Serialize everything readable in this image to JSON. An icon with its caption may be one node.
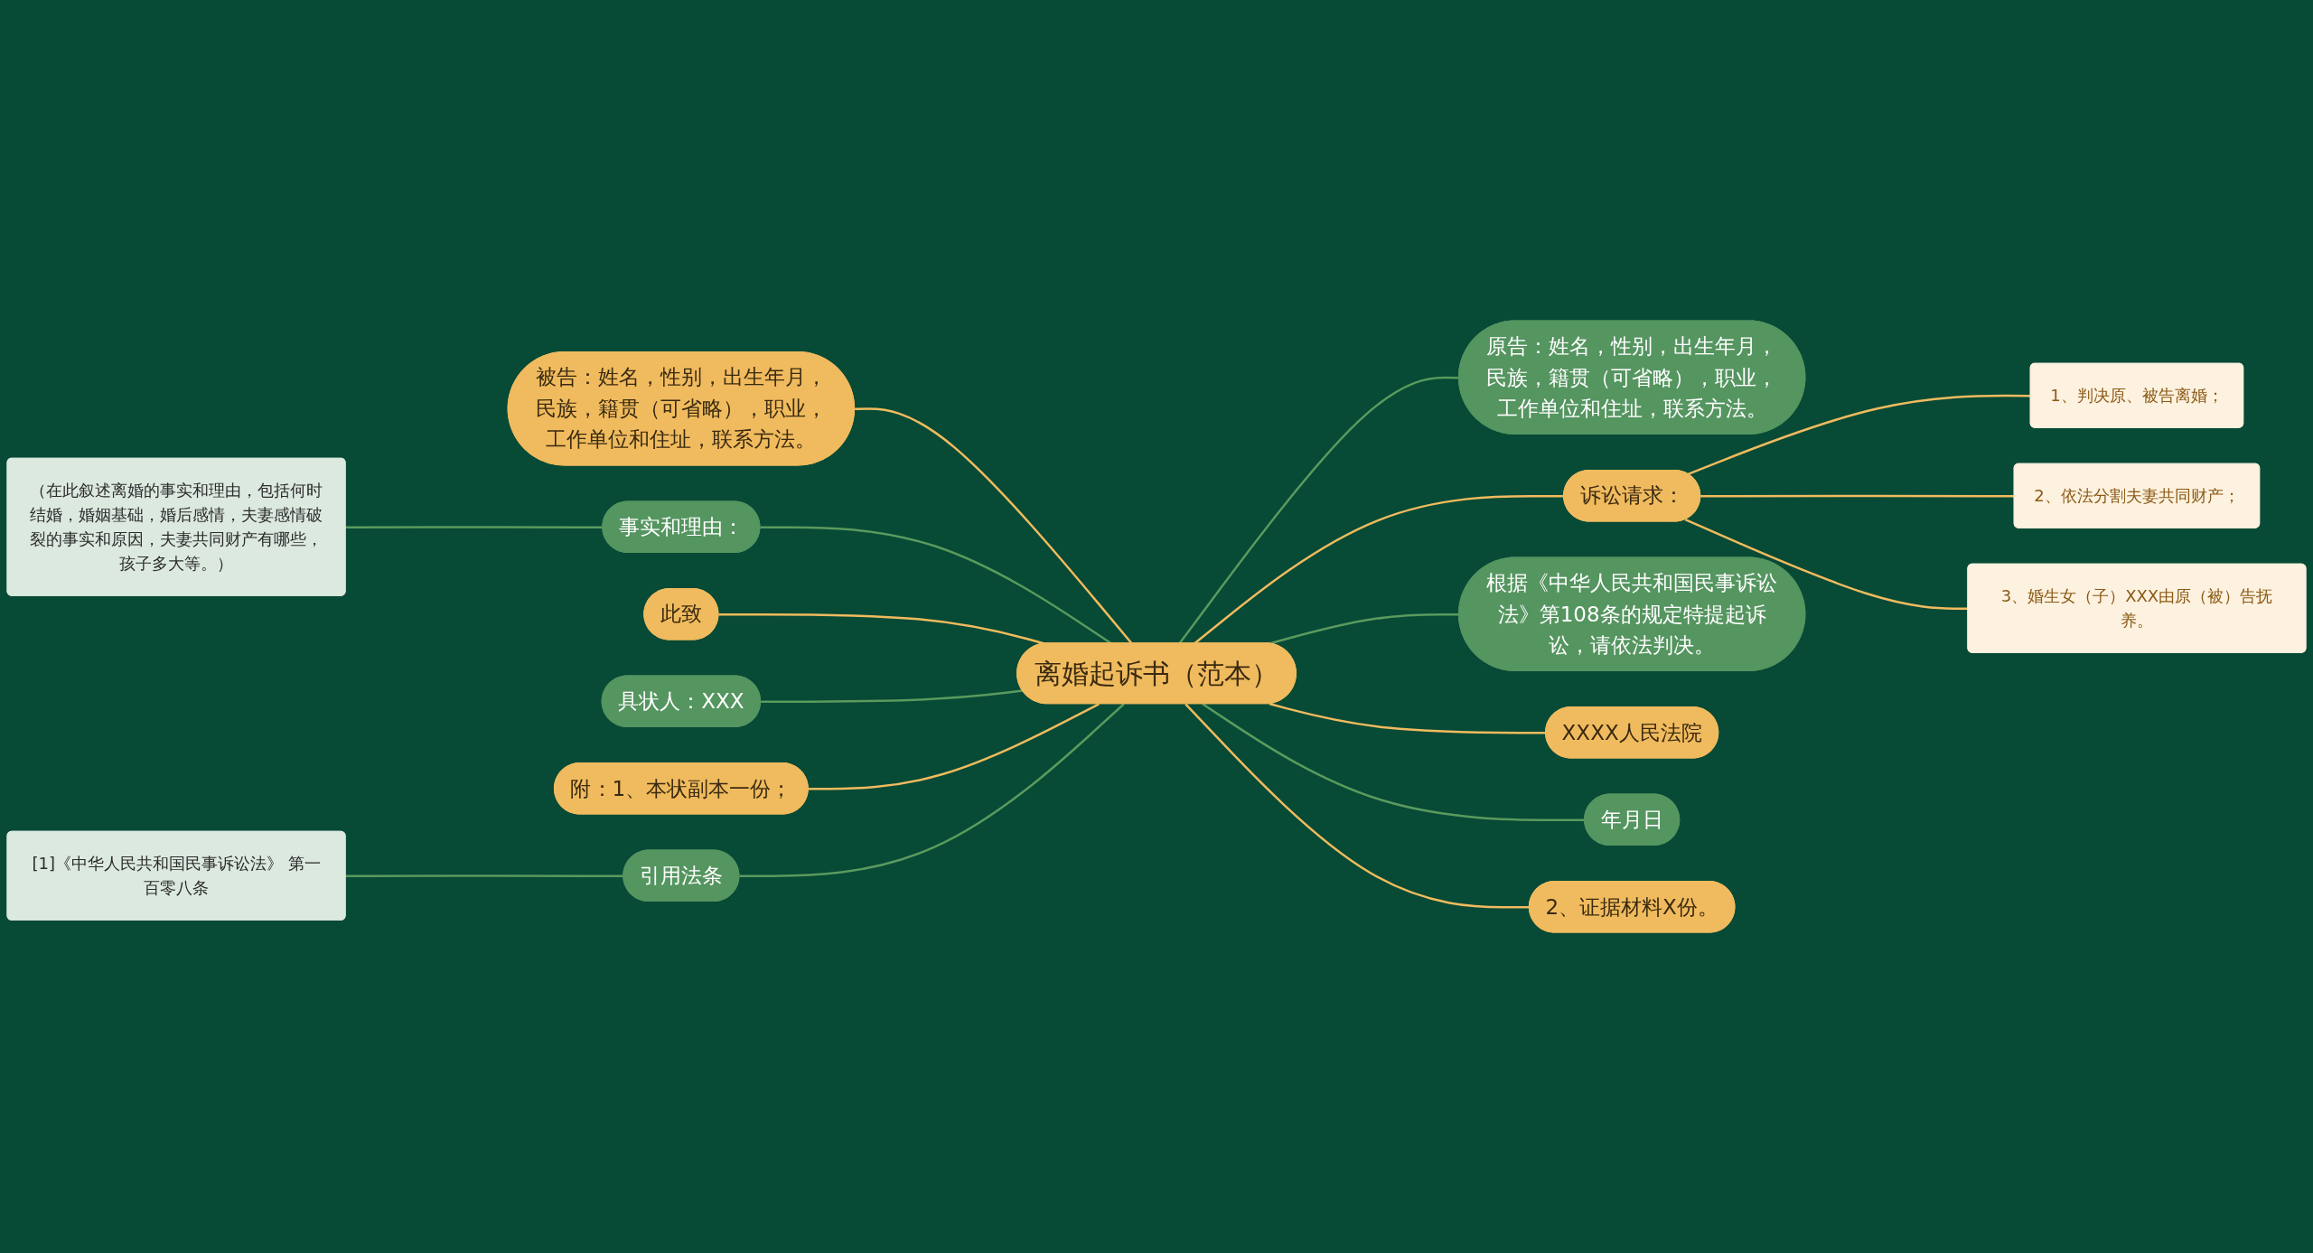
{
  "diagram": {
    "nodes": [
      {
        "text": [
          "离婚起诉书（范本）"
        ]
      },
      {
        "text": [
          "被告：姓名，性别，出生年月，民族，籍贯（可省略），职业，工作单位和住址，联系方法。"
        ]
      },
      {
        "text": [
          "事实和理由："
        ]
      },
      {
        "text": [
          "（在此叙述离婚的事实和理由，包括何时结婚，婚姻基础，婚后感情，夫妻感情破裂的事实和原因，夫妻共同财产有哪些，孩子多大等。）"
        ]
      },
      {
        "text": [
          "此致"
        ]
      },
      {
        "text": [
          "具状人：XXX"
        ]
      },
      {
        "text": [
          "附：1、本状副本一份；"
        ]
      },
      {
        "text": [
          "引用法条"
        ]
      },
      {
        "text": [
          "[1]《中华人民共和国民事诉讼法》 第一百零八条"
        ]
      },
      {
        "text": [
          "原告：姓名，性别，出生年月，民族，籍贯（可省略），职业，工作单位和住址，联系方法。"
        ]
      },
      {
        "text": [
          "诉讼请求："
        ]
      },
      {
        "text": [
          "1、判决原、被告离婚；"
        ]
      },
      {
        "text": [
          "2、依法分割夫妻共同财产；"
        ]
      },
      {
        "text": [
          "3、婚生女（子）XXX由原（被）告抚养。"
        ]
      },
      {
        "text": [
          "根据《中华人民共和国民事诉讼法》第108条的规定特提起诉讼，请依法判决。"
        ]
      },
      {
        "text": [
          "XXXX人民法院"
        ]
      },
      {
        "text": [
          "年月日"
        ]
      },
      {
        "text": [
          "2、证据材料X份。"
        ]
      }
    ],
    "edges": [
      {
        "from": 1,
        "to": 0,
        "arrow": "none"
      },
      {
        "from": 2,
        "to": 0,
        "arrow": "none",
        "color": "#5a9a5e"
      },
      {
        "from": 3,
        "to": 2,
        "arrow": "none",
        "color": "#5a9a5e"
      },
      {
        "from": 4,
        "to": 0,
        "arrow": "none"
      },
      {
        "from": 5,
        "to": 0,
        "arrow": "none",
        "color": "#5a9a5e"
      },
      {
        "from": 6,
        "to": 0,
        "arrow": "none"
      },
      {
        "from": 7,
        "to": 0,
        "arrow": "none",
        "color": "#5a9a5e"
      },
      {
        "from": 8,
        "to": 7,
        "arrow": "none",
        "color": "#5a9a5e"
      },
      {
        "from": 0,
        "to": 9,
        "arrow": "none",
        "color": "#5a9a5e"
      },
      {
        "from": 0,
        "to": 10,
        "arrow": "none"
      },
      {
        "from": 10,
        "to": 11,
        "arrow": "none"
      },
      {
        "from": 10,
        "to": 12,
        "arrow": "none"
      },
      {
        "from": 10,
        "to": 13,
        "arrow": "none"
      },
      {
        "from": 0,
        "to": 14,
        "arrow": "none",
        "color": "#5a9a5e"
      },
      {
        "from": 0,
        "to": 15,
        "arrow": "none"
      },
      {
        "from": 0,
        "to": 16,
        "arrow": "none",
        "color": "#5a9a5e"
      },
      {
        "from": 0,
        "to": 17,
        "arrow": "none"
      }
    ]
  }
}
